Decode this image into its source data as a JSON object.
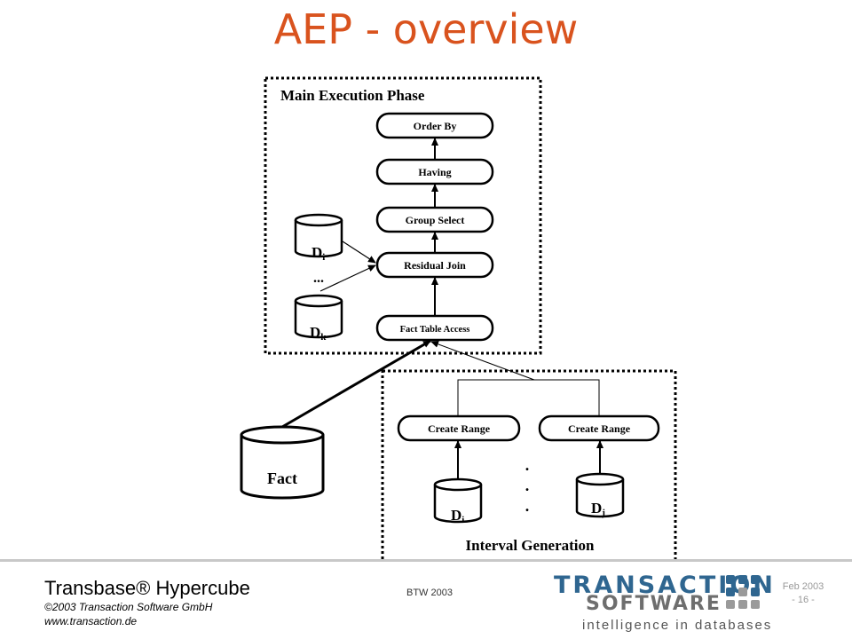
{
  "title": "AEP - overview",
  "main_phase": {
    "label": "Main Execution Phase",
    "steps": [
      "Order By",
      "Having",
      "Group Select",
      "Residual Join",
      "Fact Table Access"
    ],
    "dim_top": "D",
    "dim_top_sub": "i",
    "dim_ellipsis": "...",
    "dim_bottom": "D",
    "dim_bottom_sub": "k"
  },
  "fact_label": "Fact",
  "interval_phase": {
    "label": "Interval Generation",
    "create_left": "Create Range",
    "create_right": "Create Range",
    "dim_left": "D",
    "dim_left_sub": "i",
    "dim_right": "D",
    "dim_right_sub": "j",
    "dots": "."
  },
  "footer": {
    "title": "Transbase® Hypercube",
    "copyright": "©2003 Transaction Software GmbH",
    "url": "www.transaction.de",
    "conference": "BTW 2003",
    "date": "Feb 2003",
    "page": "- 16 -",
    "logo_line1": "TRANSACTION",
    "logo_line2": "SOFTWARE",
    "logo_line3": "intelligence in databases"
  },
  "colors": {
    "title": "#d9531e",
    "logo_blue": "#2f6690",
    "logo_gray": "#6e6e6e"
  }
}
